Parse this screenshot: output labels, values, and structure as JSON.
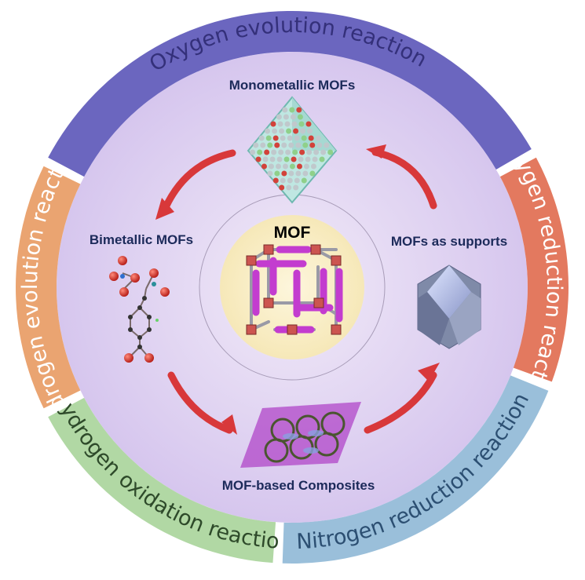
{
  "center": {
    "label": "MOF"
  },
  "stages": {
    "monometallic": "Monometallic  MOFs",
    "bimetallic": "Bimetallic MOFs",
    "composites": "MOF-based Composites",
    "supports": "MOFs as supports"
  },
  "reactions": [
    {
      "label": "Oxygen evolution reaction",
      "color": "#5b55b8"
    },
    {
      "label": "Oxygen reduction reaction",
      "color": "#e06a4e"
    },
    {
      "label": "Nitrogen reduction reaction",
      "color": "#8fb8d6"
    },
    {
      "label": "Hydrogen oxidation reaction",
      "color": "#a8d49a"
    },
    {
      "label": "Hydrogen evolution reaction",
      "color": "#e89a62"
    }
  ],
  "colors": {
    "inner_disc": "#dccdf0",
    "arrow": "#d8383a",
    "frame": "#c33ccf",
    "node": "#cc5550"
  }
}
